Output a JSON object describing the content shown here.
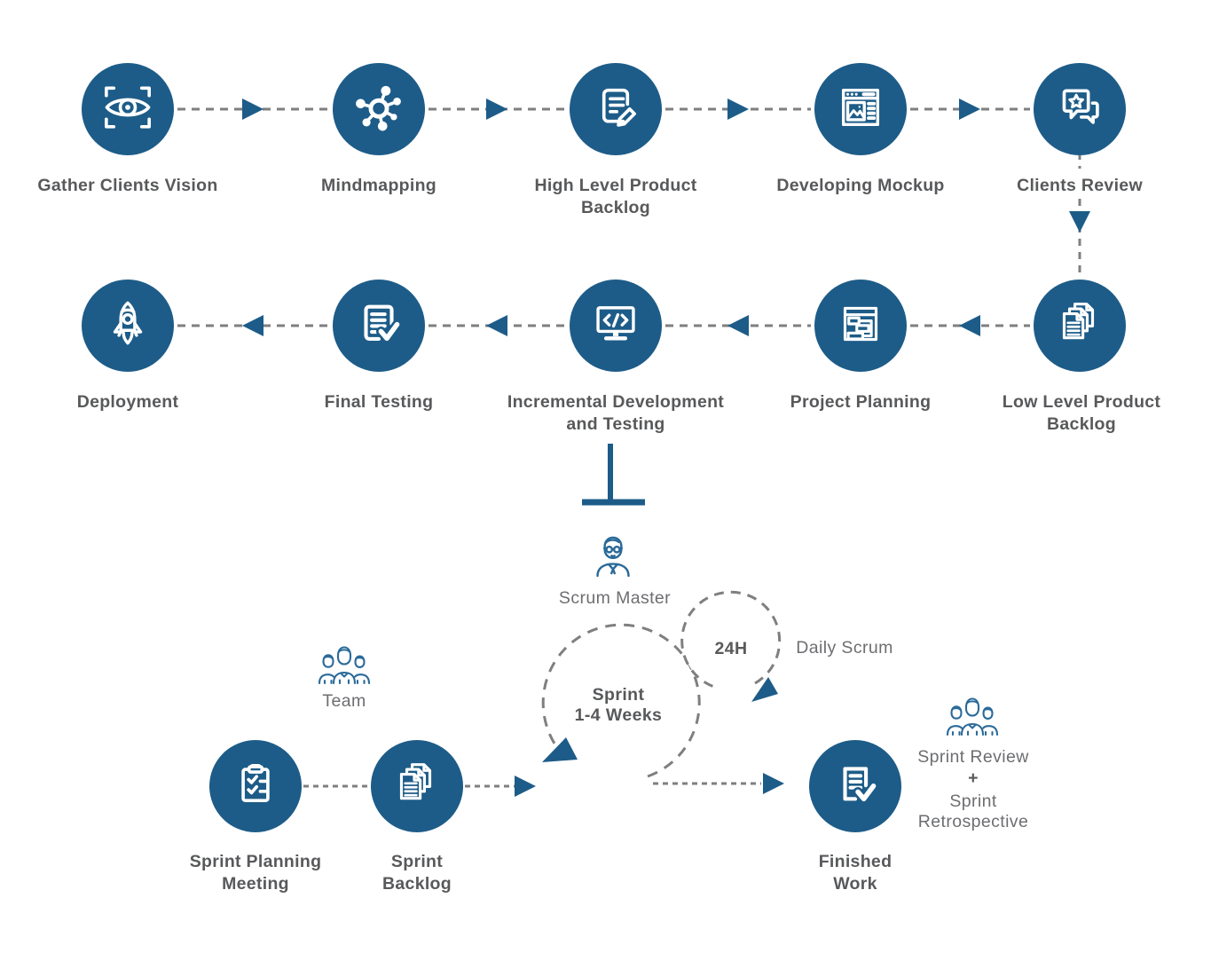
{
  "colors": {
    "circle_fill": "#1d5c88",
    "arrow_blue": "#1d5c88",
    "dash_gray": "#7f7f7f",
    "label_bold": "#58595b",
    "label_light": "#6d6e71",
    "outline_icon_blue": "#2b6a99"
  },
  "row1": [
    {
      "icon": "eye-vision-icon",
      "line1": "Gather Clients Vision",
      "line2": ""
    },
    {
      "icon": "mindmap-icon",
      "line1": "Mindmapping",
      "line2": ""
    },
    {
      "icon": "document-edit-icon",
      "line1": "High Level Product",
      "line2": "Backlog"
    },
    {
      "icon": "browser-mockup-icon",
      "line1": "Developing Mockup",
      "line2": ""
    },
    {
      "icon": "chat-star-icon",
      "line1": "Clients Review",
      "line2": ""
    }
  ],
  "row2": [
    {
      "icon": "rocket-icon",
      "line1": "Deployment",
      "line2": ""
    },
    {
      "icon": "document-check-icon",
      "line1": "Final Testing",
      "line2": ""
    },
    {
      "icon": "monitor-code-icon",
      "line1": "Incremental Development",
      "line2": "and Testing"
    },
    {
      "icon": "window-wireframe-icon",
      "line1": "Project Planning",
      "line2": ""
    },
    {
      "icon": "stacked-documents-icon",
      "line1": "Low Level Product",
      "line2": "Backlog"
    }
  ],
  "row3": [
    {
      "icon": "clipboard-checklist-icon",
      "line1": "Sprint Planning",
      "line2": "Meeting"
    },
    {
      "icon": "stacked-documents-icon",
      "line1": "Sprint",
      "line2": "Backlog"
    },
    {
      "icon": "finished-document-icon",
      "line1": "Finished",
      "line2": "Work"
    }
  ],
  "cycle": {
    "scrum_master_label": "Scrum Master",
    "scrum_master_icon": "person-glasses-icon",
    "sprint_line1": "Sprint",
    "sprint_line2": "1-4 Weeks",
    "daily_badge": "24H",
    "daily_scrum_label": "Daily Scrum",
    "team_label": "Team",
    "team_icon": "people-group-icon",
    "review_icon": "people-group-icon",
    "review_line1": "Sprint Review",
    "review_plus": "+",
    "review_line2": "Sprint",
    "review_line3": "Retrospective"
  }
}
